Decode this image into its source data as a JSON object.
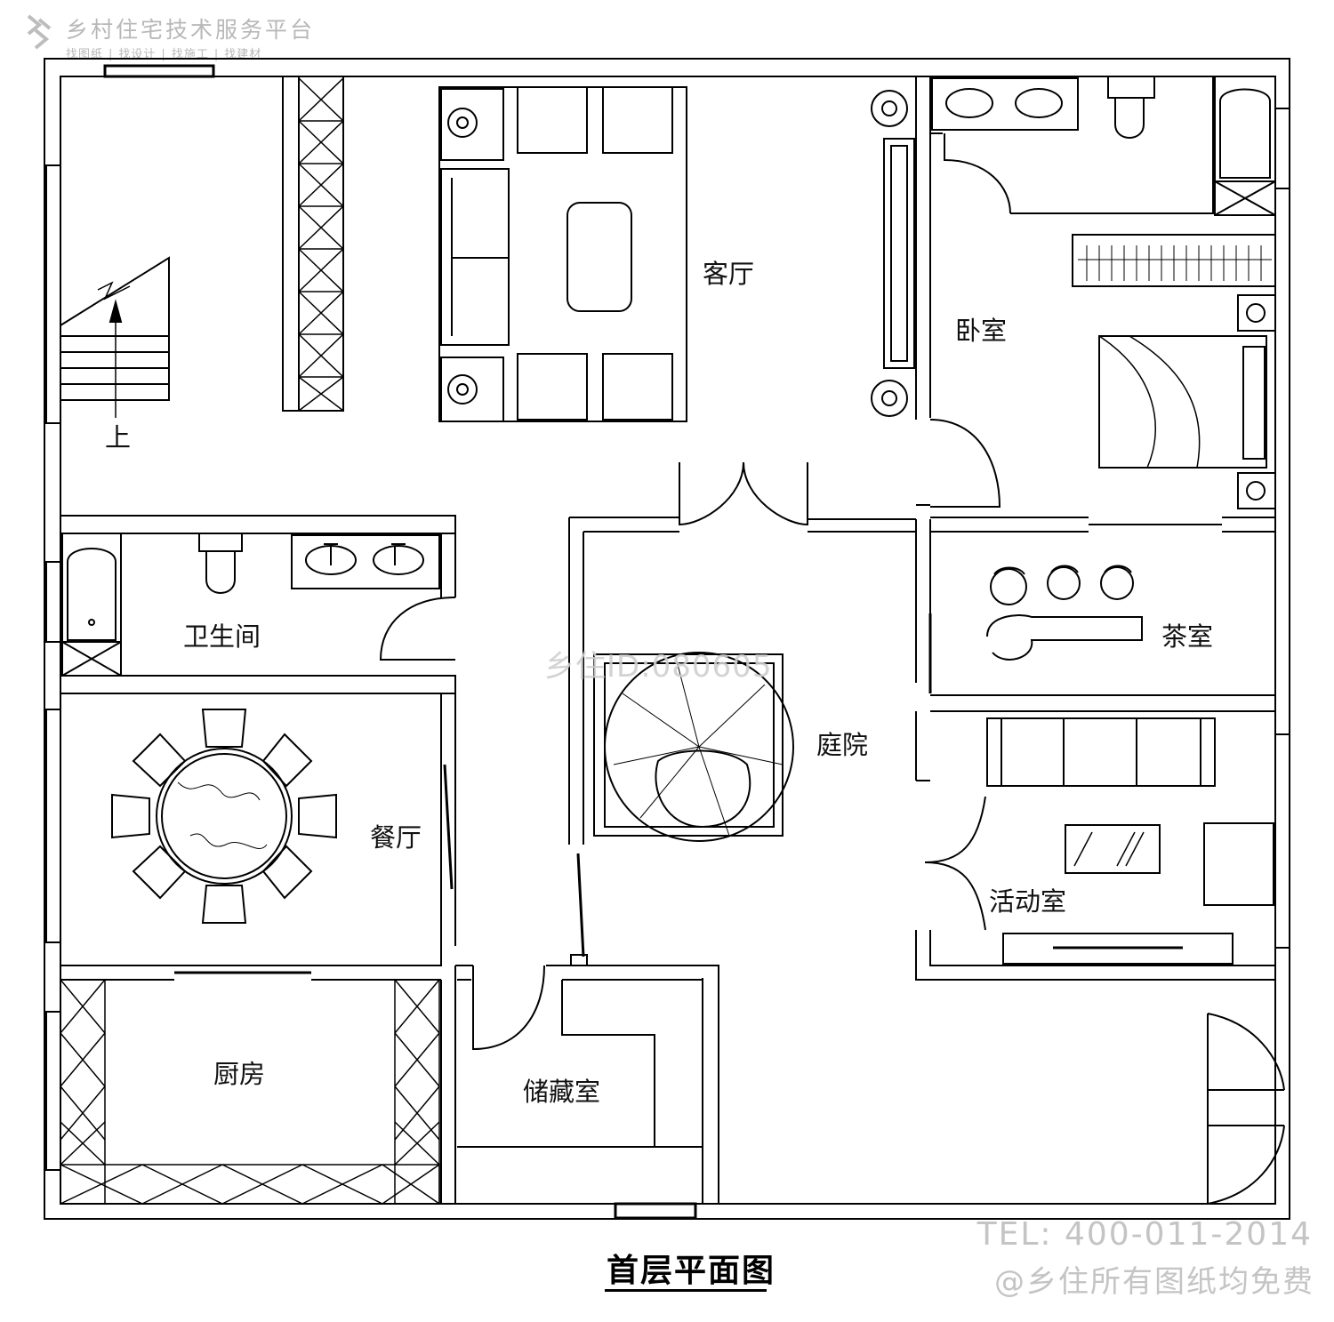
{
  "watermark": {
    "brand": "乡村住宅技术服务平台",
    "links": [
      "找图纸",
      "找设计",
      "找施工",
      "找建材"
    ],
    "center_id": "乡住ID:080605",
    "tel": "TEL: 400-011-2014",
    "free_note": "@乡住所有图纸均免费"
  },
  "plan": {
    "title": "首层平面图",
    "stair_label": "上",
    "rooms": {
      "living_room": "客厅",
      "bedroom": "卧室",
      "bathroom": "卫生间",
      "tea_room": "茶室",
      "courtyard": "庭院",
      "dining_room": "餐厅",
      "activity_room": "活动室",
      "kitchen": "厨房",
      "storage_room": "储藏室"
    }
  },
  "colors": {
    "line": "#000000",
    "watermark": "#b8b8b8",
    "background": "#ffffff"
  }
}
